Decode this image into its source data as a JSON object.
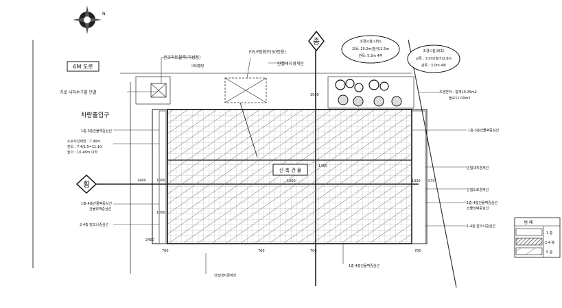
{
  "labels": {
    "road": "6M 도로",
    "parking": "가로 사하수구를 연결",
    "entrance": "차량출입구",
    "concrete": "콘크리트블록(기성품)",
    "concrete_sub": "▽60평방",
    "frp": "F.R.P정화조(30인용)",
    "boundary_top": "인접대지경계선",
    "landscape_left_title": "조경시설(나무)",
    "landscape_left_1": "교목: 10.2m(높이)2.5m",
    "landscape_left_2": "관목: 5.3m 4주",
    "landscape_right_title": "조경시설(화초)",
    "landscape_right_1": "교목 : 3.0m(높이)2.6m",
    "landscape_right_2": "관목 : 3.0m 4주",
    "landscape_area_1": "조경면적 : 합계10.25m2",
    "landscape_area_2": "필요11.00m2",
    "setback_top_right": "1층-3층건물벽중심선",
    "setback_left_top": "1층-3층건물벽중심선",
    "dimension_block_1": "도로사선제한 : 7.90m",
    "dimension_block_2": "한도 : 7.4/1.5=11.10",
    "dimension_block_3": "높이 : 10.46m 이하",
    "building": "신 축 건 물",
    "boundary_right": "인접대지경계선",
    "building_line_right": "인접도로경계선",
    "setback_right_2": "1층-4층건물벽중심선",
    "setback_right_2b": "건물외벽중심선",
    "setback_left_2": "1층-4층건물벽중심선",
    "setback_left_2b": "건물외벽중심선",
    "boundary_left_bottom": "2-4층 발코니중심선",
    "boundary_right_bottom": "1-4층 발코니중심선",
    "setback_bottom": "1층-4층건물벽중심선",
    "boundary_bottom": "인접대지경계선",
    "dim_1400": "1400",
    "dim_1000": "1000",
    "dim_1000b": "1000",
    "dim_1000c": "1000",
    "dim_1000d": "1000",
    "dim_1450": "1450",
    "dim_570": "570",
    "dim_700": "700",
    "dim_700b": "700",
    "dim_700c": "700",
    "dim_700d": "700",
    "dim_350": "3500",
    "dim_2400": "2400",
    "legend_title": "범 례",
    "legend_1": "1 층",
    "legend_2": "2-4 층",
    "legend_3": "5 층",
    "marker_top": "종",
    "marker_left": "횡"
  }
}
